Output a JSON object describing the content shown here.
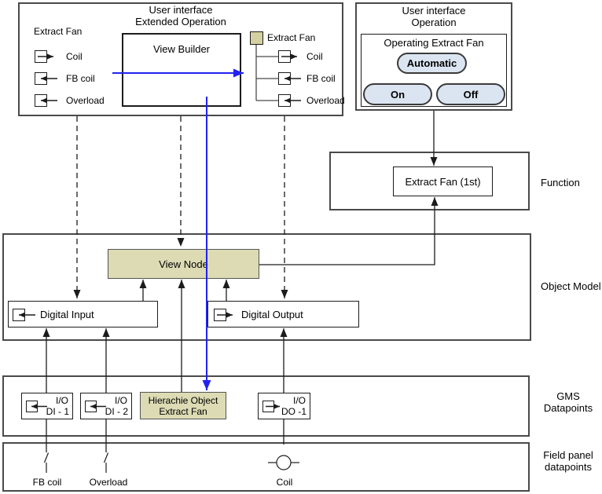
{
  "colors": {
    "accent_blue": "#2222f0",
    "tan_fill": "#dcdbb4",
    "button_fill": "#dbe5f1"
  },
  "extended_operation": {
    "title_line1": "User interface",
    "title_line2": "Extended Operation",
    "source_group_label": "Extract Fan",
    "source_points": [
      "Coil",
      "FB coil",
      "Overload"
    ],
    "view_builder_label": "View Builder",
    "tree_group_label": "Extract Fan",
    "tree_points": [
      "Coil",
      "FB coil",
      "Overload"
    ]
  },
  "operation": {
    "title_line1": "User interface",
    "title_line2": "Operation",
    "panel_title": "Operating Extract Fan",
    "automatic_button": "Automatic",
    "on_button": "On",
    "off_button": "Off"
  },
  "function_layer": {
    "node_label": "Extract Fan (1st)",
    "layer_label": "Function"
  },
  "object_model_layer": {
    "view_node_label": "View Node",
    "digital_input_label": "Digital Input",
    "digital_output_label": "Digital Output",
    "layer_label": "Object Model"
  },
  "gms_layer": {
    "layer_label_line1": "GMS",
    "layer_label_line2": "Datapoints",
    "datapoints": [
      {
        "line1": "I/O",
        "line2": "DI - 1"
      },
      {
        "line1": "I/O",
        "line2": "DI - 2"
      },
      {
        "line1": "Hierachie Object",
        "line2": "Extract Fan"
      },
      {
        "line1": "I/O",
        "line2": "DO -1"
      }
    ]
  },
  "field_layer": {
    "layer_label_line1": "Field panel",
    "layer_label_line2": "datapoints",
    "fb_coil_label": "FB coil",
    "overload_label": "Overload",
    "coil_label": "Coil"
  }
}
